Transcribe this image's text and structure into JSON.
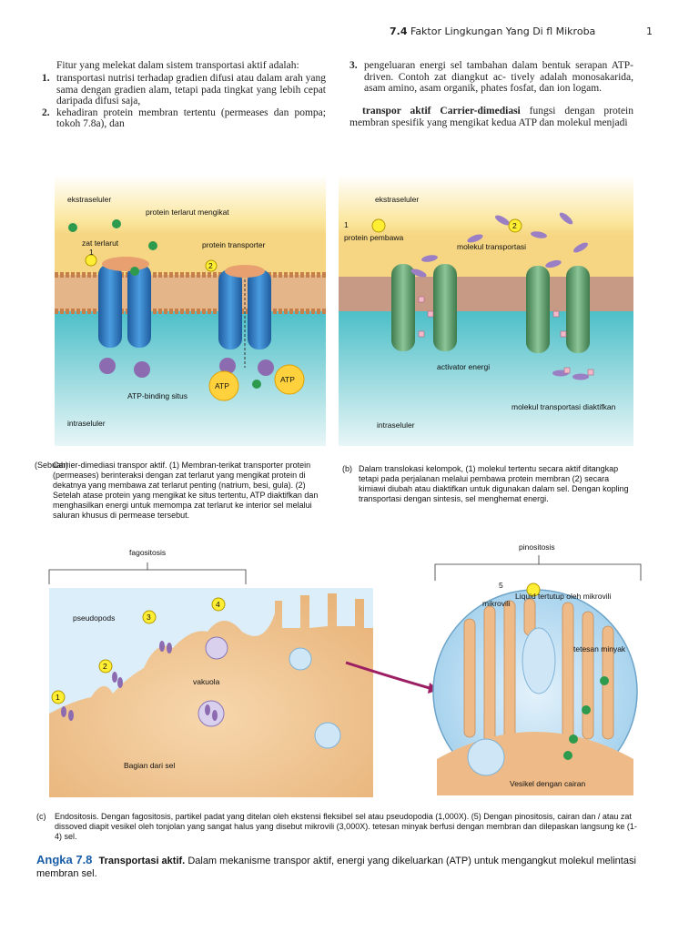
{
  "header": {
    "section_num": "7.4",
    "section_title": "Faktor Lingkungan Yang Di fl Mikroba",
    "page_num": "1"
  },
  "intro": "Fitur yang melekat dalam sistem transportasi aktif adalah:",
  "list": [
    {
      "num": "1.",
      "text": "transportasi nutrisi terhadap gradien difusi atau dalam arah yang sama dengan gradien alam, tetapi pada tingkat yang lebih cepat daripada difusi saja,"
    },
    {
      "num": "2.",
      "text": "kehadiran protein membran tertentu (permeases dan pompa; tokoh 7.8a), dan"
    },
    {
      "num": "3.",
      "text": "pengeluaran energi sel tambahan dalam bentuk serapan ATP-driven. Contoh zat diangkut ac- tively adalah monosakarida, asam amino, asam organik, phates fosfat, dan ion logam."
    }
  ],
  "para_bold": "transpor aktif Carrier-dimediasi",
  "para_rest": "fungsi dengan protein membran spesifik yang mengikat kedua ATP dan molekul menjadi",
  "panel_a": {
    "ekstra": "ekstraseluler",
    "intra": "intraseluler",
    "protein_terlarut": "protein terlarut mengikat",
    "zat_terlarut": "zat terlarut",
    "one": "1",
    "protein_transporter": "protein transporter",
    "two": "2",
    "atp_binding": "ATP-binding situs",
    "atp": "ATP"
  },
  "panel_b": {
    "ekstra": "ekstraseluler",
    "intra": "intraseluler",
    "one": "1",
    "protein_pembawa": "protein pembawa",
    "two": "2",
    "molekul_transportasi": "molekul transportasi",
    "activator": "activator energi",
    "diaktifkan": "molekul transportasi diaktifkan"
  },
  "caption_a": {
    "letter": "(Sebuah)",
    "text": "Carrier-dimediasi transpor aktif. (1) Membran-terikat transporter protein (permeases) berinteraksi dengan zat terlarut yang mengikat protein di dekatnya yang membawa zat terlarut penting (natrium, besi, gula). (2) Setelah atase protein yang mengikat ke situs tertentu, ATP diaktifkan dan menghasilkan energi untuk memompa zat terlarut ke interior sel melalui saluran khusus di permease tersebut."
  },
  "caption_b": {
    "letter": "(b)",
    "text": "Dalam translokasi kelompok, (1) molekul tertentu secara aktif ditangkap tetapi pada perjalanan melalui pembawa protein membran (2) secara kimiawi diubah atau diaktifkan untuk digunakan dalam sel. Dengan kopling transportasi dengan sintesis, sel menghemat energi."
  },
  "panel_c": {
    "fagositosis": "fagositosis",
    "pinositosis": "pinositosis",
    "pseudopods": "pseudopods",
    "vakuola": "vakuola",
    "bagian": "Bagian dari sel",
    "n1": "1",
    "n2": "2",
    "n3": "3",
    "n4": "4",
    "n5": "5",
    "mikrovili": "mikrovili",
    "liquid": "Liquid tertutup oleh mikrovili",
    "tetesan": "tetesan minyak",
    "vesikel": "Vesikel dengan cairan"
  },
  "caption_c": {
    "letter": "(c)",
    "text": "Endositosis. Dengan fagositosis, partikel padat yang ditelan oleh ekstensi fleksibel sel atau pseudopodia (1,000X). (5) Dengan pinositosis, cairan dan / atau zat dissoved diapit vesikel oleh tonjolan yang sangat halus yang disebut mikrovili (3,000X). tetesan minyak berfusi dengan membran dan dilepaskan langsung ke (1-4) sel."
  },
  "figure": {
    "label": "Angka 7.8",
    "title": "Transportasi aktif.",
    "text": "Dalam mekanisme transpor aktif, energi yang dikeluarkan (ATP) untuk mengangkut molekul melintasi membran sel."
  }
}
